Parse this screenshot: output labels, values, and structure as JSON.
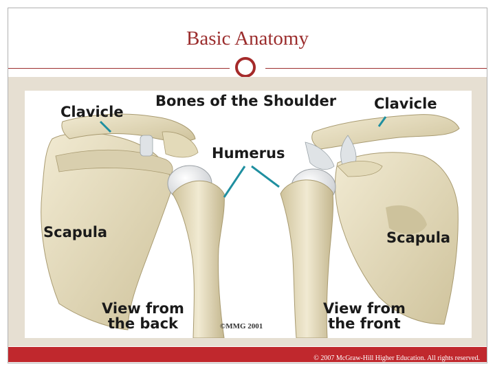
{
  "slide": {
    "title": "Basic Anatomy",
    "footer": "© 2007 McGraw-Hill Higher Education. All rights reserved."
  },
  "figure": {
    "heading": "Bones of the Shoulder",
    "labels": {
      "clavicle_left": "Clavicle",
      "clavicle_right": "Clavicle",
      "humerus": "Humerus",
      "scapula_left": "Scapula",
      "scapula_right": "Scapula",
      "view_back_line1": "View from",
      "view_back_line2": "the back",
      "view_front_line1": "View from",
      "view_front_line2": "the front"
    },
    "credit": "©MMG 2001"
  },
  "colors": {
    "title": "#9b2d2d",
    "accent": "#c0282d",
    "bone": "#e8e0c4",
    "bone_shadow": "#bdb08a",
    "cartilage": "#dfe3e6",
    "pointer": "#1f8fa0"
  }
}
